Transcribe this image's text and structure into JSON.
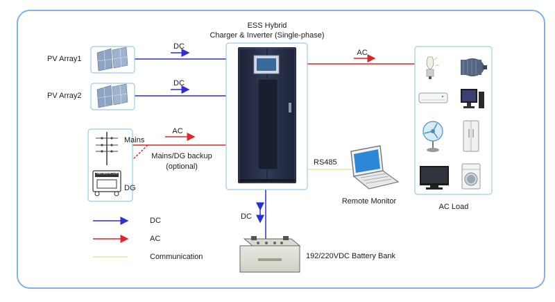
{
  "title": {
    "line1": "ESS Hybrid",
    "line2": "Charger & Inverter (Single-phase)"
  },
  "sources": {
    "pv1": "PV Array1",
    "pv2": "PV Array2",
    "mains": "Mains",
    "dg": "DG",
    "generator_plate": "GENERATOR"
  },
  "links": {
    "pv1_dc": "DC",
    "pv2_dc": "DC",
    "mains_ac": "AC",
    "load_ac": "AC",
    "battery_dc": "DC",
    "rs485": "RS485",
    "mains_note_1": "Mains/DG backup",
    "mains_note_2": "(optional)"
  },
  "devices": {
    "remote_monitor": "Remote Monitor",
    "battery": "192/220VDC Battery Bank",
    "load_box": "AC Load"
  },
  "legend": {
    "dc": "DC",
    "ac": "AC",
    "comm": "Communication"
  },
  "colors": {
    "frame": "#7fb1e6",
    "box": "#9ccbe6",
    "dc": "#2b2fd6",
    "ac": "#e02525",
    "comm": "#f2e2a0",
    "cabinet": "#2a3048"
  }
}
